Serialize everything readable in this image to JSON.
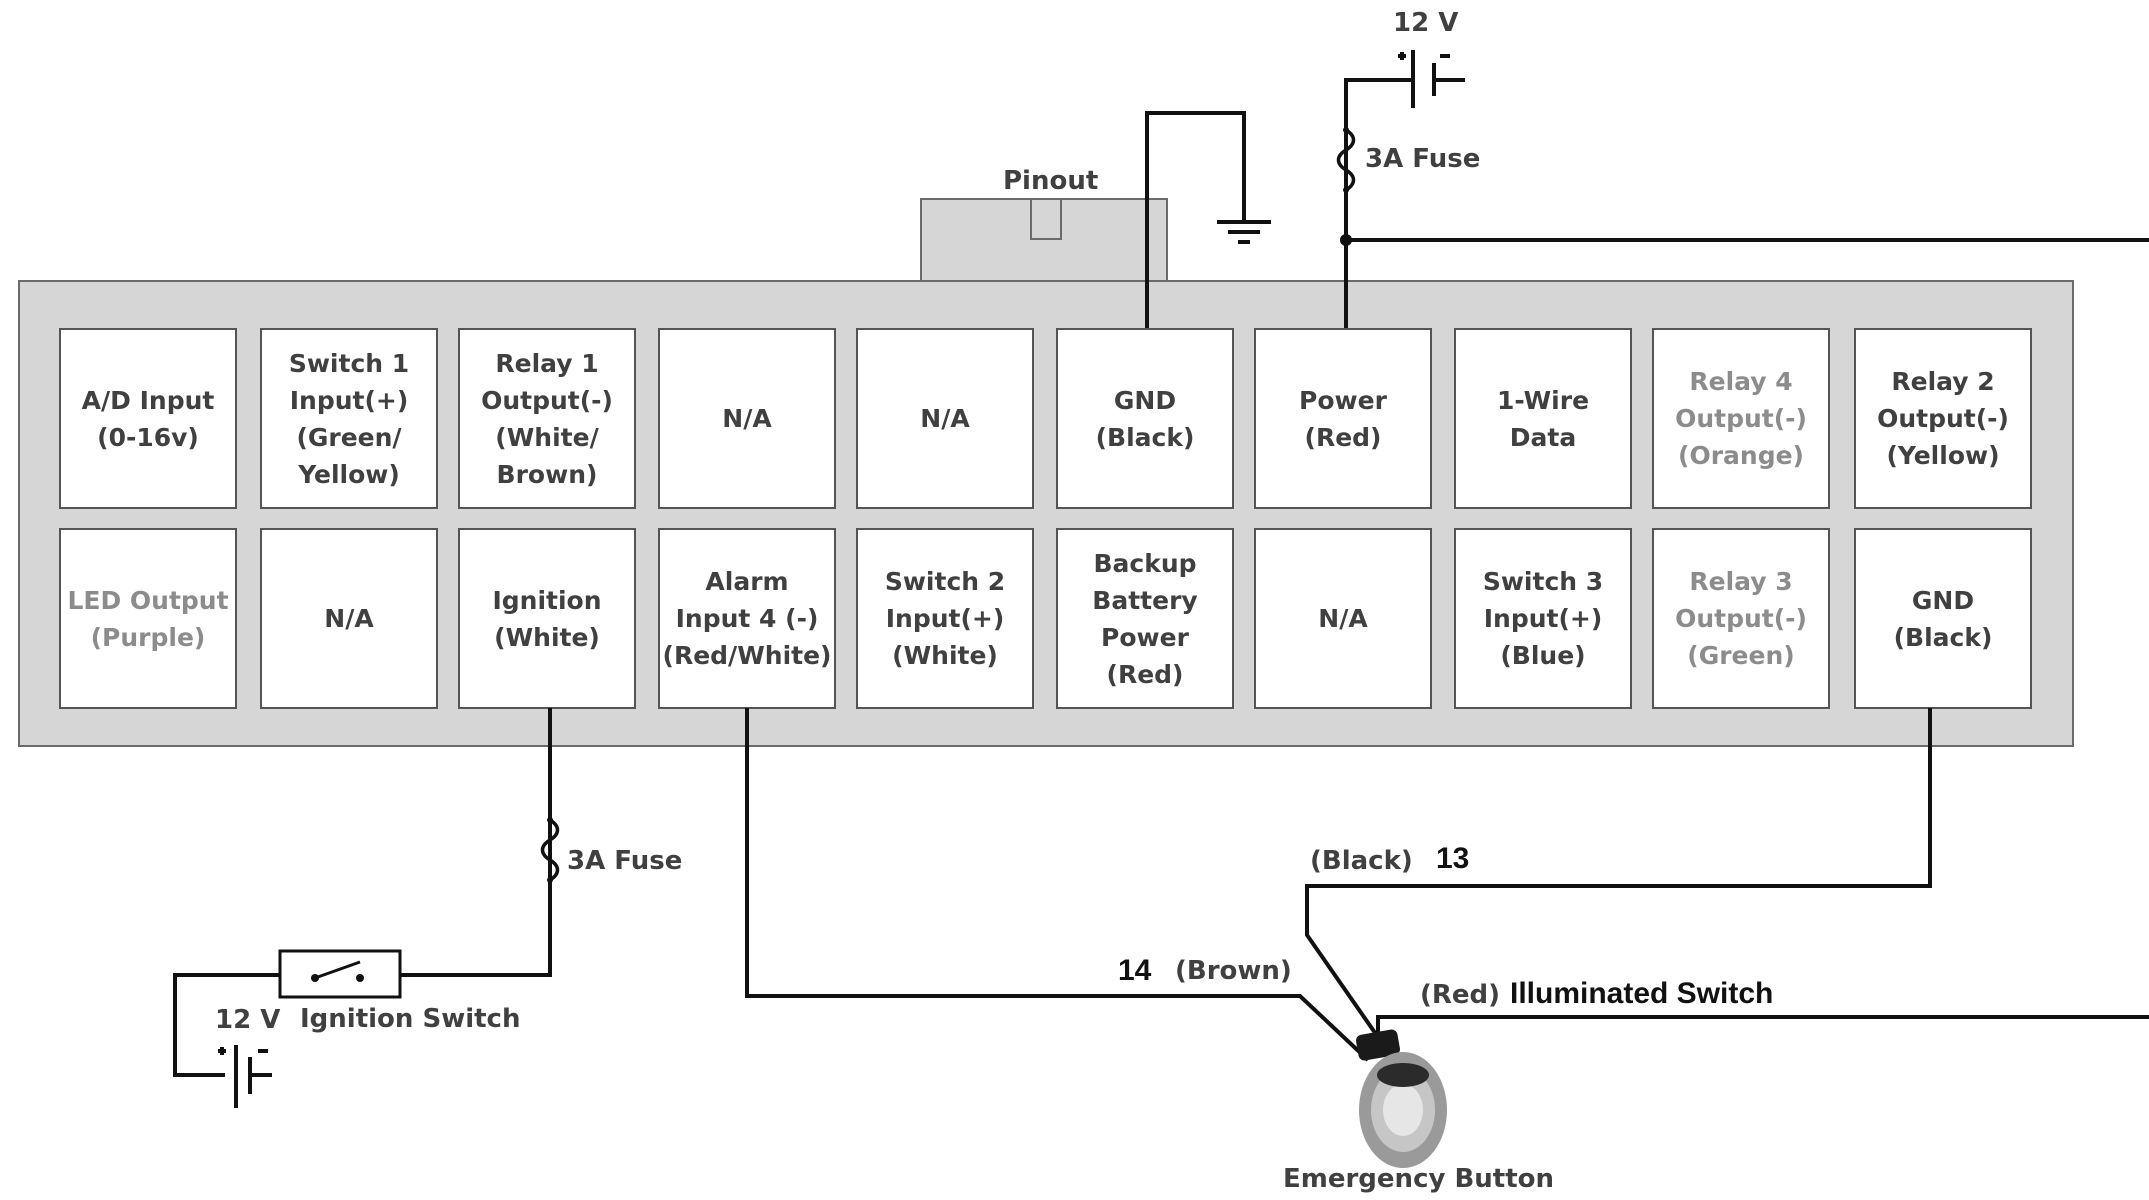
{
  "pinout_label": "Pinout",
  "pins": {
    "row1": [
      {
        "label": "A/D Input\n(0-16v)",
        "muted": false
      },
      {
        "label": "Switch 1\nInput(+)\n(Green/\nYellow)",
        "muted": false
      },
      {
        "label": "Relay 1\nOutput(-)\n(White/\nBrown)",
        "muted": false
      },
      {
        "label": "N/A",
        "muted": false
      },
      {
        "label": "N/A",
        "muted": false
      },
      {
        "label": "GND (Black)",
        "muted": false
      },
      {
        "label": "Power\n(Red)",
        "muted": false
      },
      {
        "label": "1-Wire Data",
        "muted": false
      },
      {
        "label": "Relay 4\nOutput(-)\n(Orange)",
        "muted": true
      },
      {
        "label": "Relay 2\nOutput(-)\n(Yellow)",
        "muted": false
      }
    ],
    "row2": [
      {
        "label": "LED Output\n(Purple)",
        "muted": true
      },
      {
        "label": "N/A",
        "muted": false
      },
      {
        "label": "Ignition\n(White)",
        "muted": false
      },
      {
        "label": "Alarm\nInput 4 (-)\n(Red/White)",
        "muted": false
      },
      {
        "label": "Switch 2\nInput(+)\n(White)",
        "muted": false
      },
      {
        "label": "Backup\nBattery\nPower\n(Red)",
        "muted": false
      },
      {
        "label": "N/A",
        "muted": false
      },
      {
        "label": "Switch 3\nInput(+)\n(Blue)",
        "muted": false
      },
      {
        "label": "Relay 3\nOutput(-)\n(Green)",
        "muted": true
      },
      {
        "label": "GND (Black)",
        "muted": false
      }
    ]
  },
  "labels": {
    "top_voltage": "12 V",
    "top_fuse": "3A Fuse",
    "ign_fuse": "3A Fuse",
    "ign_voltage": "12 V",
    "ign_switch": "Ignition Switch",
    "black": "(Black)",
    "pin13": "13",
    "pin14": "14",
    "brown": "(Brown)",
    "red": "(Red)",
    "illuminated": "Illuminated Switch",
    "emergency": "Emergency Button"
  }
}
